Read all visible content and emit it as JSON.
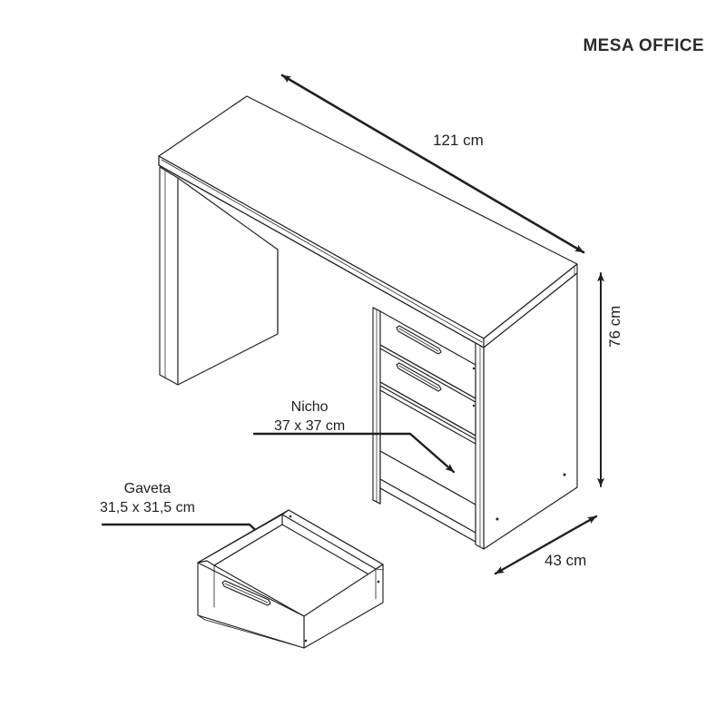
{
  "document": {
    "title": "MESA OFFICE",
    "type": "furniture-technical-drawing",
    "background_color": "#ffffff",
    "line_color": "#231f20",
    "text_color": "#1f1f1f"
  },
  "dimensions": {
    "width": {
      "label": "121 cm",
      "value": 121,
      "unit": "cm",
      "axis": "width",
      "arrow": "double-headed-diagonal"
    },
    "height": {
      "label": "76 cm",
      "value": 76,
      "unit": "cm",
      "axis": "height",
      "arrow": "double-headed-vertical",
      "orientation": "rotated-90"
    },
    "depth": {
      "label": "43 cm",
      "value": 43,
      "unit": "cm",
      "axis": "depth",
      "arrow": "double-headed-diagonal"
    }
  },
  "callouts": [
    {
      "name": "nicho",
      "title": "Nicho",
      "dims": "37 x 37 cm",
      "leader": "horizontal-then-diagonal-arrow"
    },
    {
      "name": "gaveta",
      "title": "Gaveta",
      "dims": "31,5 x 31,5 cm",
      "leader": "horizontal-then-diagonal-arrow"
    }
  ],
  "parts": {
    "desktop": "desk-top-surface",
    "left_panel": "left-side-panel-leg",
    "right_panel": "right-side-panel",
    "drawer_fronts": [
      "upper-drawer-front",
      "lower-drawer-front"
    ],
    "niche": "open-niche-below-drawers",
    "detached_drawer": "exploded-drawer-box"
  }
}
